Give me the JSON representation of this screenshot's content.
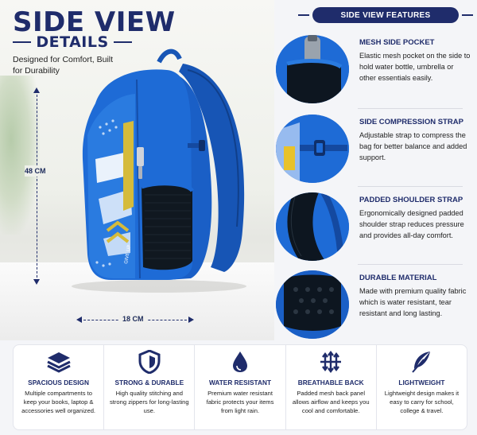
{
  "hero": {
    "title": "SIDE VIEW",
    "subtitle": "DETAILS",
    "tagline": "Designed for Comfort, Built for Durability",
    "height_label": "48 CM",
    "width_label": "18 CM",
    "print_text_1": "GIVE UP"
  },
  "features_header": "SIDE VIEW FEATURES",
  "features": [
    {
      "title": "MESH SIDE POCKET",
      "desc": "Elastic mesh pocket on the side to hold water bottle, umbrella or other essentials easily."
    },
    {
      "title": "SIDE COMPRESSION STRAP",
      "desc": "Adjustable strap to compress the bag for better balance and added support."
    },
    {
      "title": "PADDED SHOULDER STRAP",
      "desc": "Ergonomically designed padded shoulder strap reduces pressure and provides all-day comfort."
    },
    {
      "title": "DURABLE MATERIAL",
      "desc": "Made with premium quality fabric which is water resistant, tear resistant and long lasting."
    }
  ],
  "bottom": [
    {
      "title": "SPACIOUS DESIGN",
      "desc": "Multiple compartments to keep your books, laptop & accessories well organized.",
      "icon": "layers-icon"
    },
    {
      "title": "STRONG & DURABLE",
      "desc": "High quality stitching and strong zippers for long-lasting use.",
      "icon": "shield-icon"
    },
    {
      "title": "WATER RESISTANT",
      "desc": "Premium water resistant fabric protects your items from light rain.",
      "icon": "water-drop-icon"
    },
    {
      "title": "BREATHABLE BACK",
      "desc": "Padded mesh back panel allows airflow and keeps you cool and comfortable.",
      "icon": "airflow-arrows-icon"
    },
    {
      "title": "LIGHTWEIGHT",
      "desc": "Lightweight design makes it easy to carry for school, college & travel.",
      "icon": "feather-icon"
    }
  ],
  "colors": {
    "navy": "#1f2c6b",
    "blue": "#1e6bd6",
    "yellow": "#e8c22a"
  }
}
